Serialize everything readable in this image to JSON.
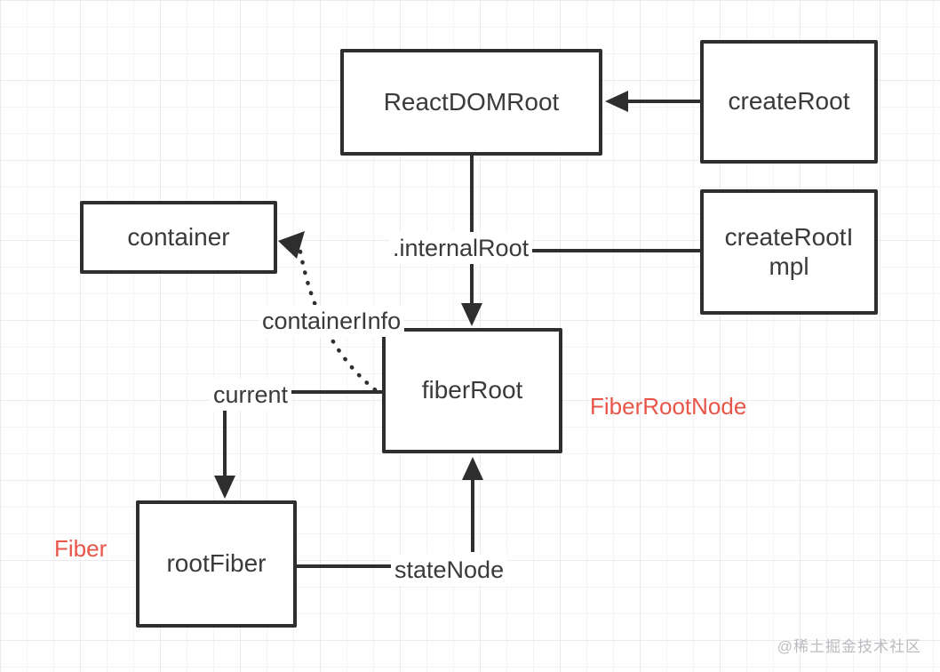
{
  "diagram": {
    "nodes": {
      "react_dom_root": {
        "label": "ReactDOMRoot"
      },
      "create_root": {
        "label": "createRoot"
      },
      "create_root_impl": {
        "lines": [
          "createRootI",
          "mpl"
        ]
      },
      "container": {
        "label": "container"
      },
      "fiber_root": {
        "label": "fiberRoot"
      },
      "root_fiber": {
        "label": "rootFiber"
      }
    },
    "edge_labels": {
      "internal_root": ".internalRoot",
      "container_info": "containerInfo",
      "current": "current",
      "state_node": "stateNode"
    },
    "annotations": {
      "fiber_root_node": "FiberRootNode",
      "fiber": "Fiber"
    },
    "colors": {
      "stroke": "#2e2e2e",
      "annotation": "#e8564a"
    }
  },
  "watermark": "@稀土掘金技术社区"
}
